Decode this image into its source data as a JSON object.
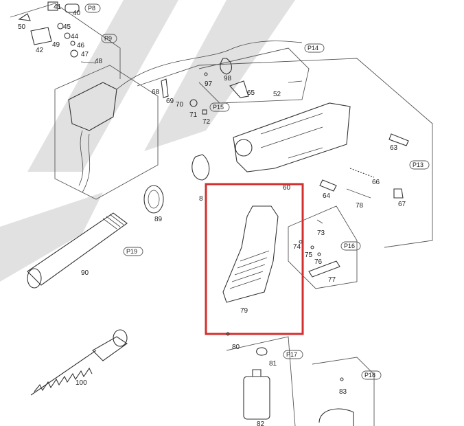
{
  "part_numbers": {
    "p41": "41",
    "p40": "40",
    "p50": "50",
    "p45": "45",
    "p44": "44",
    "p49": "49",
    "p46": "46",
    "p42": "42",
    "p47": "47",
    "p48": "48",
    "p98": "98",
    "p97": "97",
    "p65": "65",
    "p52": "52",
    "p68": "68",
    "p69": "69",
    "p70": "70",
    "p71": "71",
    "p72": "72",
    "p63": "63",
    "p66": "66",
    "p64": "64",
    "p78": "78",
    "p67": "67",
    "p60": "60",
    "p8x": "8",
    "p89": "89",
    "p90": "90",
    "p79": "79",
    "p73": "73",
    "p74": "74",
    "p75": "75",
    "p76": "76",
    "p77": "77",
    "p80": "80",
    "p81": "81",
    "p83": "83",
    "p82": "82",
    "p100": "100"
  },
  "page_refs": {
    "r8": "P8",
    "r9": "P9",
    "r14": "P14",
    "r15": "P15",
    "r13": "P13",
    "r19": "P19",
    "r16": "P16",
    "r17": "P17",
    "r18": "P18"
  },
  "highlight": {
    "color": "#d32f2f"
  },
  "watermark": {
    "color": "#d9d9d9"
  }
}
